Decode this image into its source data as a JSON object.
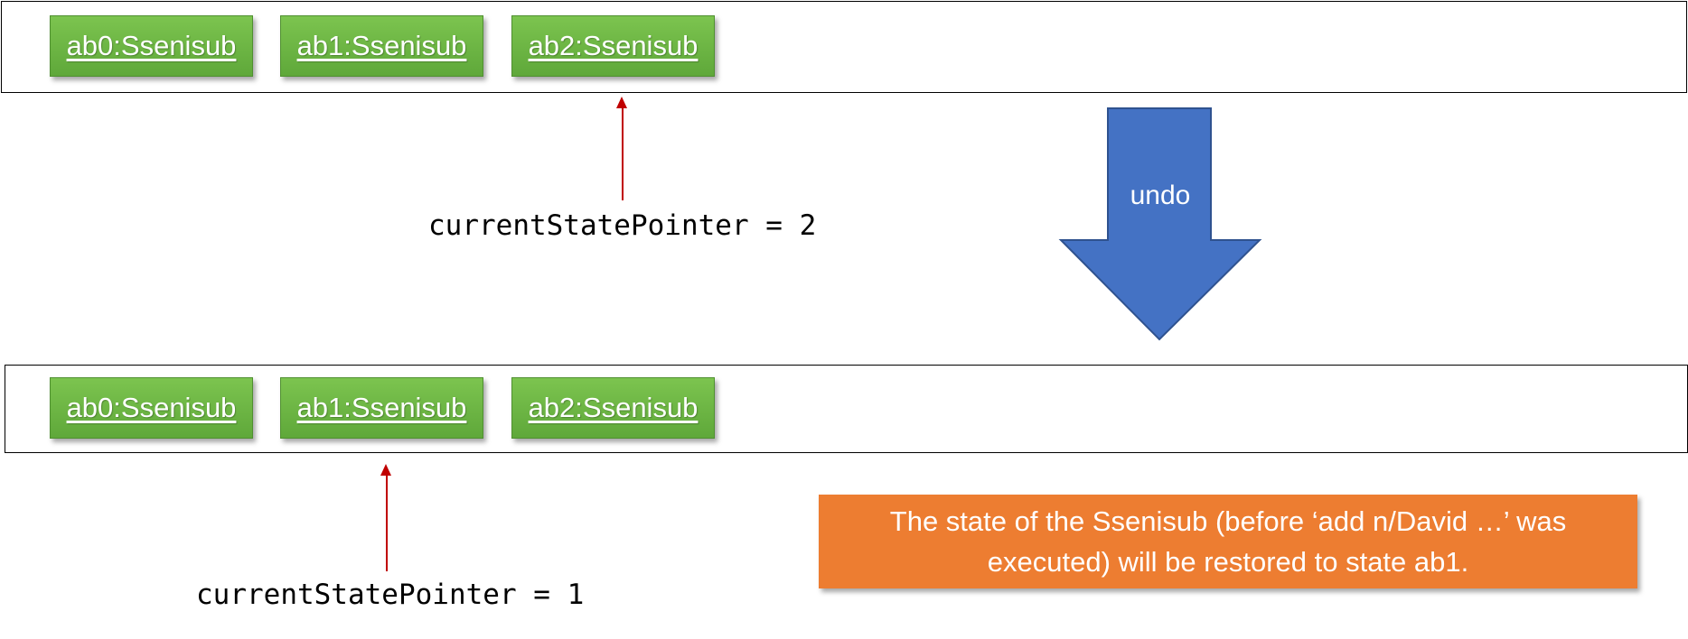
{
  "before": {
    "states": [
      "ab0:Ssenisub",
      "ab1:Ssenisub",
      "ab2:Ssenisub"
    ],
    "pointer_label": "currentStatePointer = 2"
  },
  "action": {
    "label": "undo",
    "arrow_color": "#4472c4"
  },
  "after": {
    "states": [
      "ab0:Ssenisub",
      "ab1:Ssenisub",
      "ab2:Ssenisub"
    ],
    "pointer_label": "currentStatePointer = 1"
  },
  "note": {
    "text": "The state of the Ssenisub (before ‘add n/David …’ was executed) will be restored to state ab1.",
    "color": "#ed7d31"
  },
  "colors": {
    "state_fill": "#70ad47",
    "pointer": "#c00000"
  }
}
